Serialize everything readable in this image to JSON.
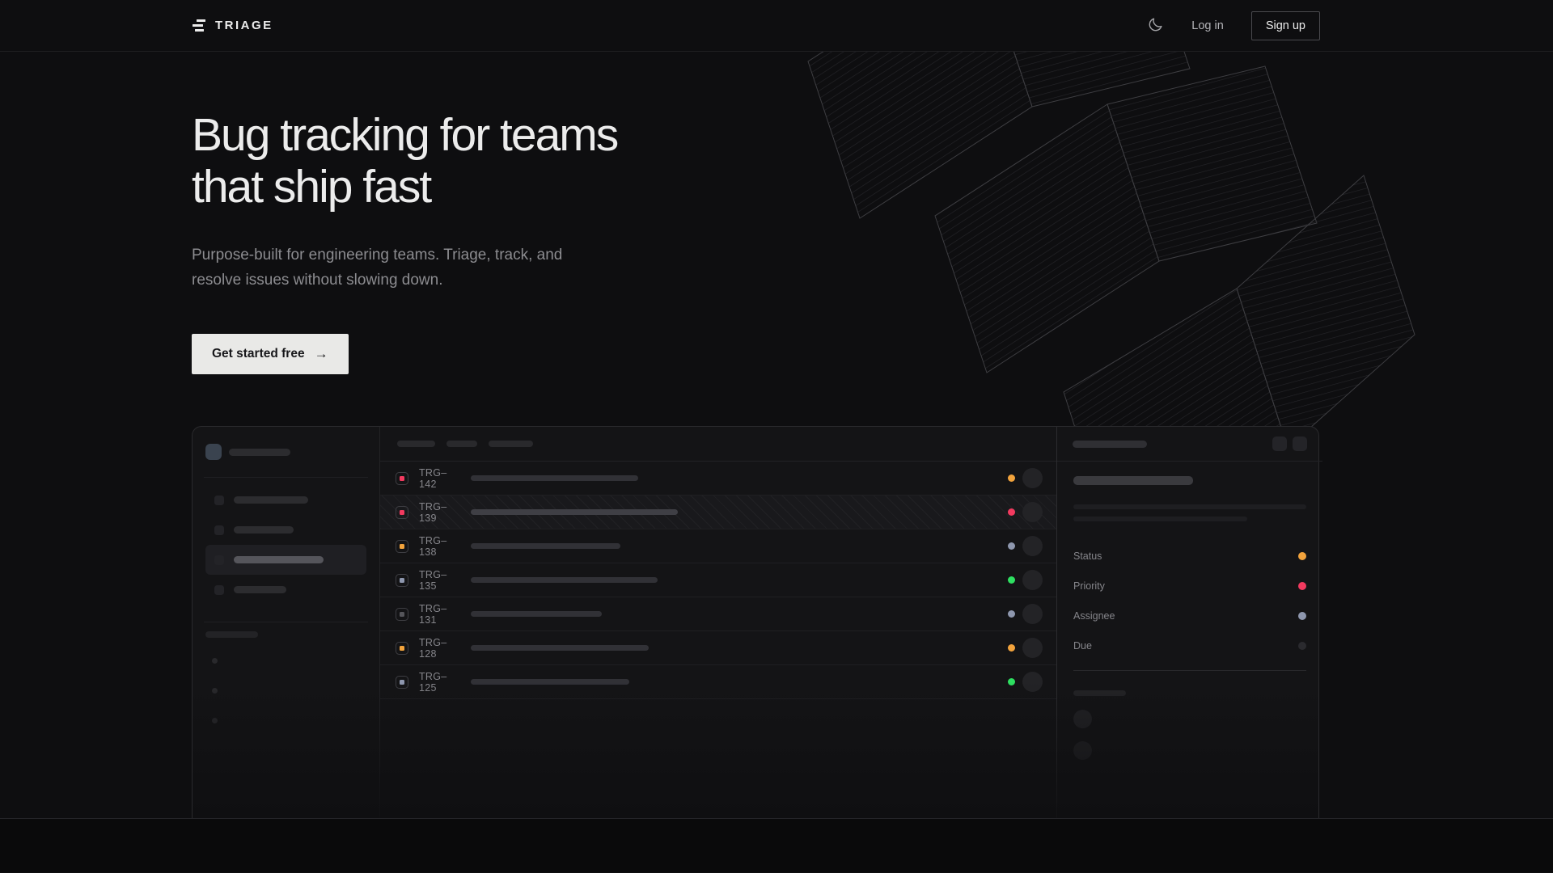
{
  "nav": {
    "brand": "TRIAGE",
    "theme_icon": "moon",
    "login_label": "Log in",
    "signup_label": "Sign up"
  },
  "hero": {
    "title_line1": "Bug tracking for teams",
    "title_line2": "that ship fast",
    "subtitle": "Purpose-built for engineering teams. Triage, track, and resolve issues without slowing down.",
    "cta_label": "Get started free",
    "cta_arrow": "→"
  },
  "colors": {
    "page_bg": "#0e0e10",
    "cta_bg": "#e9e9e7",
    "amber": "#f2a33c",
    "pink": "#f23a5f",
    "lavender": "#8e97ae",
    "green": "#2ee061",
    "muted_gray": "#55555a"
  },
  "mockup": {
    "rows": [
      {
        "id": "TRG–142",
        "icon_style": "background:#f23a5f",
        "title_style": "width:207px;background:#313136",
        "status_style": "background:#f2a33c"
      },
      {
        "id": "TRG–139",
        "icon_style": "background:#f23a5f",
        "title_style": "width:256px;background:#3f3f45",
        "status_style": "background:#f23a5f"
      },
      {
        "id": "TRG–138",
        "icon_style": "background:#f2a33c",
        "title_style": "width:185px;background:#313136",
        "status_style": "background:#8e97ae"
      },
      {
        "id": "TRG–135",
        "icon_style": "background:#8e97ae",
        "title_style": "width:231px;background:#313136",
        "status_style": "background:#2ee061"
      },
      {
        "id": "TRG–131",
        "icon_style": "background:#55555a",
        "title_style": "width:162px;background:#313136",
        "status_style": "background:#8e97ae"
      },
      {
        "id": "TRG–128",
        "icon_style": "background:#f2a33c",
        "title_style": "width:220px;background:#313136",
        "status_style": "background:#f2a33c"
      },
      {
        "id": "TRG–125",
        "icon_style": "background:#8e97ae",
        "title_style": "width:196px;background:#313136",
        "status_style": "background:#2ee061"
      }
    ],
    "panel": {
      "fields": [
        {
          "label": "Status",
          "dot_style": "background:#f2a33c"
        },
        {
          "label": "Priority",
          "dot_style": "background:#f23a5f"
        },
        {
          "label": "Assignee",
          "dot_style": "background:#8e97ae"
        },
        {
          "label": "Due",
          "dot_style": "background:#2a2a2e"
        }
      ]
    }
  }
}
